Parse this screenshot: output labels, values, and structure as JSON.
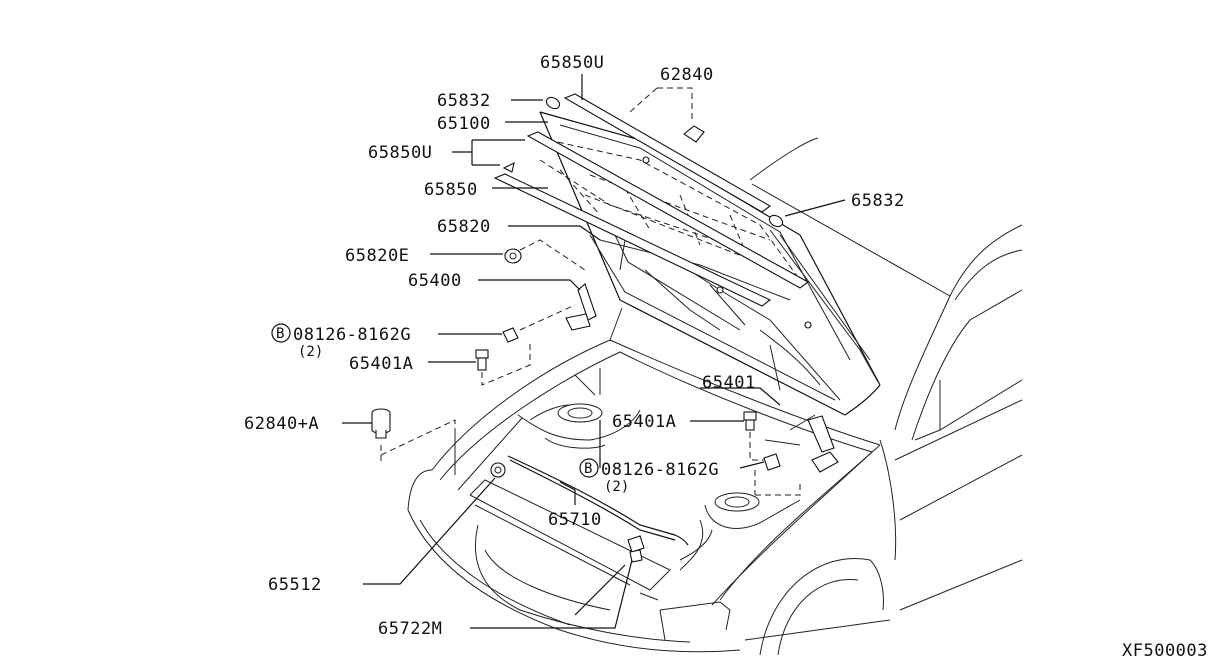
{
  "callouts": {
    "hood_seal_upper": "65850U",
    "insulator_clip": "62840",
    "seal_end_left": "65832",
    "hood_panel": "65100",
    "hood_seal_side": "65850U",
    "hood_seal": "65850",
    "seal_end_right": "65832",
    "hood_insulator": "65820",
    "insulator_clip_e": "65820E",
    "hinge": "65400",
    "bolt_left": "08126-8162G",
    "bolt_left_qty": "(2)",
    "hinge_bolt_left": "65401A",
    "hinge_right": "65401",
    "clip_bumper": "62840+A",
    "hinge_bolt_right": "65401A",
    "bolt_right": "08126-8162G",
    "bolt_right_qty": "(2)",
    "release_cable": "65710",
    "bumper_rubber": "65512",
    "hood_lock": "65722M",
    "bolt_marker": "B",
    "figure_code": "XF500003"
  },
  "colors": {
    "line": "#111111",
    "background": "#ffffff"
  }
}
